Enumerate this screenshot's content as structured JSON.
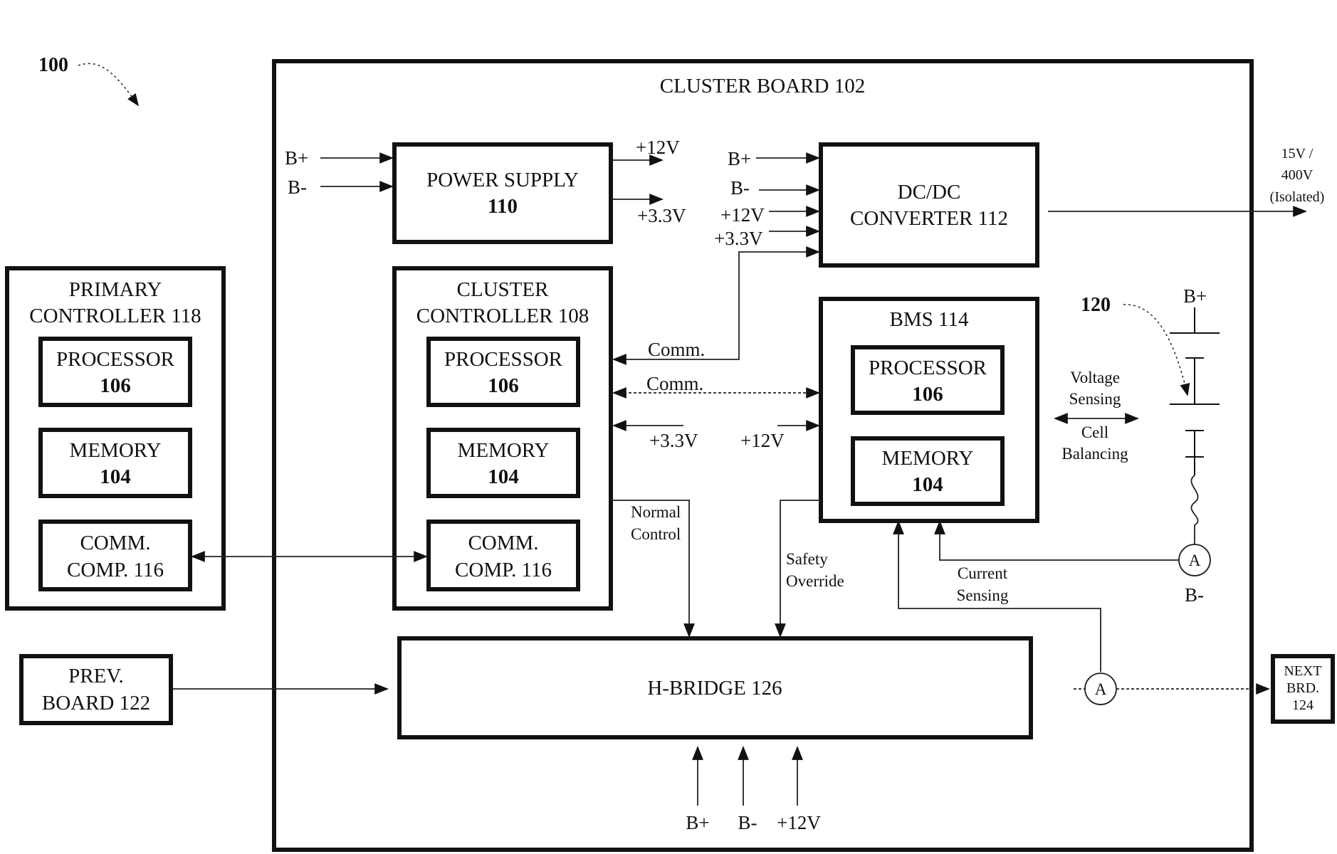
{
  "figure_ref": "100",
  "board_title": "CLUSTER BOARD 102",
  "power_supply": {
    "line1": "POWER SUPPLY",
    "line2": "110"
  },
  "dcdc": {
    "line1": "DC/DC",
    "line2": "CONVERTER 112"
  },
  "cluster_controller": {
    "line1": "CLUSTER",
    "line2": "CONTROLLER 108"
  },
  "bms": {
    "title": "BMS 114"
  },
  "primary_controller": {
    "line1": "PRIMARY",
    "line2": "CONTROLLER 118"
  },
  "processor": {
    "line1": "PROCESSOR",
    "line2": "106"
  },
  "memory": {
    "line1": "MEMORY",
    "line2": "104"
  },
  "comm_comp": {
    "line1": "COMM.",
    "line2": "COMP. 116"
  },
  "prev_board": {
    "line1": "PREV.",
    "line2": "BOARD 122"
  },
  "hbridge": {
    "label": "H-BRIDGE 126"
  },
  "next_board": {
    "line1": "NEXT",
    "line2": "BRD.",
    "line3": "124"
  },
  "battery_ref": "120",
  "signals": {
    "b_plus": "B+",
    "b_minus": "B-",
    "v12": "+12V",
    "v33": "+3.3V",
    "comm": "Comm.",
    "normal_control": [
      "Normal",
      "Control"
    ],
    "safety_override": [
      "Safety",
      "Override"
    ],
    "current_sensing": [
      "Current",
      "Sensing"
    ],
    "voltage_sensing": [
      "Voltage",
      "Sensing"
    ],
    "cell_balancing": [
      "Cell",
      "Balancing"
    ],
    "isolated_output": [
      "15V /",
      "400V",
      "(Isolated)"
    ],
    "ammeter": "A"
  }
}
